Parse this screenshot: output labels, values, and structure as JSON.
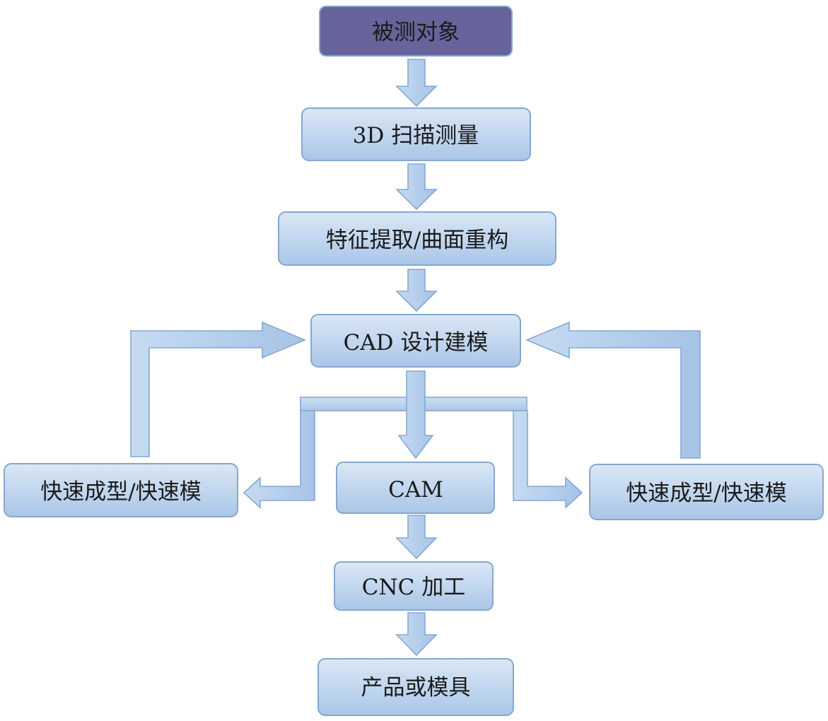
{
  "nodes": [
    {
      "id": "object",
      "label": "被测对象"
    },
    {
      "id": "scan",
      "label": "3D 扫描测量"
    },
    {
      "id": "feature",
      "label": "特征提取/曲面重构"
    },
    {
      "id": "cad",
      "label": "CAD 设计建模"
    },
    {
      "id": "rp-left",
      "label": "快速成型/快速模"
    },
    {
      "id": "cam",
      "label": "CAM"
    },
    {
      "id": "rp-right",
      "label": "快速成型/快速模"
    },
    {
      "id": "cnc",
      "label": "CNC 加工"
    },
    {
      "id": "product",
      "label": "产品或模具"
    }
  ],
  "colors": {
    "start_fill": "#66649a",
    "box_fill_top": "#dbe7f5",
    "box_fill_bottom": "#a9c6e8",
    "box_stroke": "#86a8cf",
    "arrow_fill": "#bcd3ee"
  }
}
